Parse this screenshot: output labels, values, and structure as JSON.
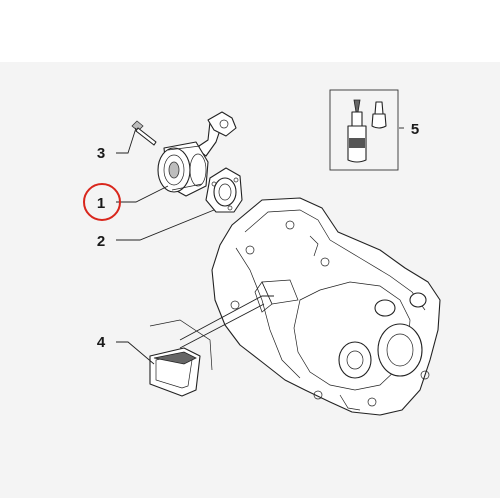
{
  "colors": {
    "panel_bg": "#f4f4f4",
    "line": "#222222",
    "highlight_ring": "#d9261c"
  },
  "callouts": [
    {
      "id": "1",
      "label": "1",
      "highlighted": true
    },
    {
      "id": "2",
      "label": "2",
      "highlighted": false
    },
    {
      "id": "3",
      "label": "3",
      "highlighted": false
    },
    {
      "id": "4",
      "label": "4",
      "highlighted": false
    },
    {
      "id": "5",
      "label": "5",
      "highlighted": false
    }
  ],
  "parts": {
    "1": "clutch-slave-cylinder-icon",
    "2": "gasket-plate-icon",
    "3": "bolt-icon",
    "4": "filter-screen-icon",
    "5": "sealant-bottle-icon",
    "main": "gearbox-housing-icon"
  }
}
